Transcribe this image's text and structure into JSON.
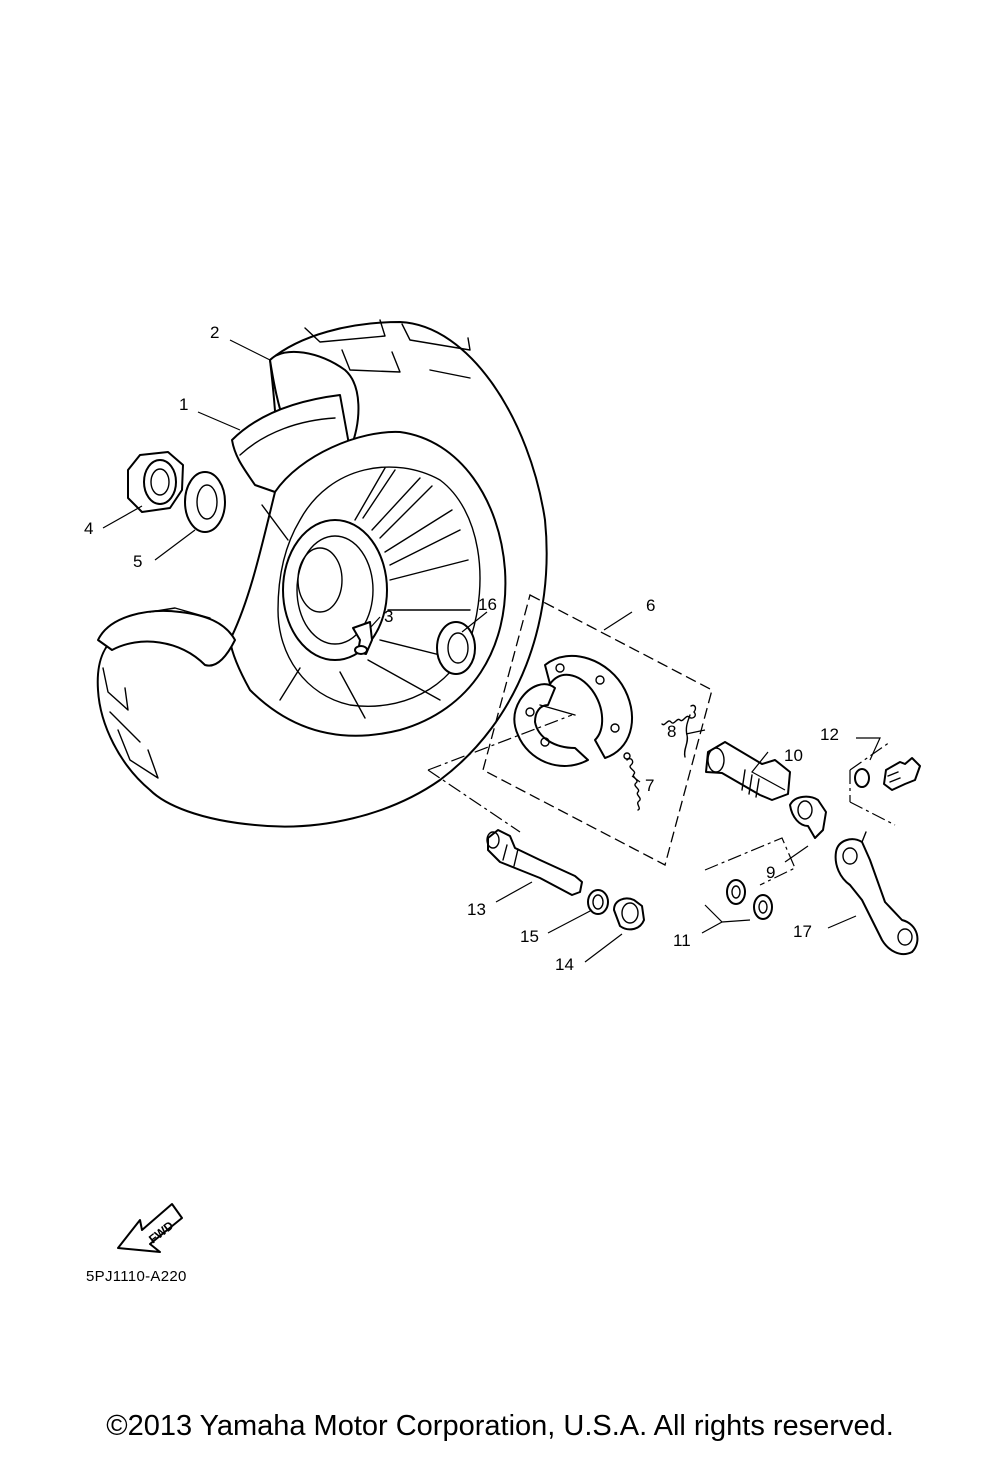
{
  "diagram": {
    "callouts": [
      "1",
      "2",
      "3",
      "4",
      "5",
      "6",
      "7",
      "8",
      "9",
      "10",
      "11",
      "12",
      "13",
      "14",
      "15",
      "16",
      "17"
    ],
    "fwd_label": "FWD",
    "code": "5PJ1110-A220"
  },
  "footer": {
    "copyright": "©2013 Yamaha Motor Corporation, U.S.A. All rights reserved."
  }
}
